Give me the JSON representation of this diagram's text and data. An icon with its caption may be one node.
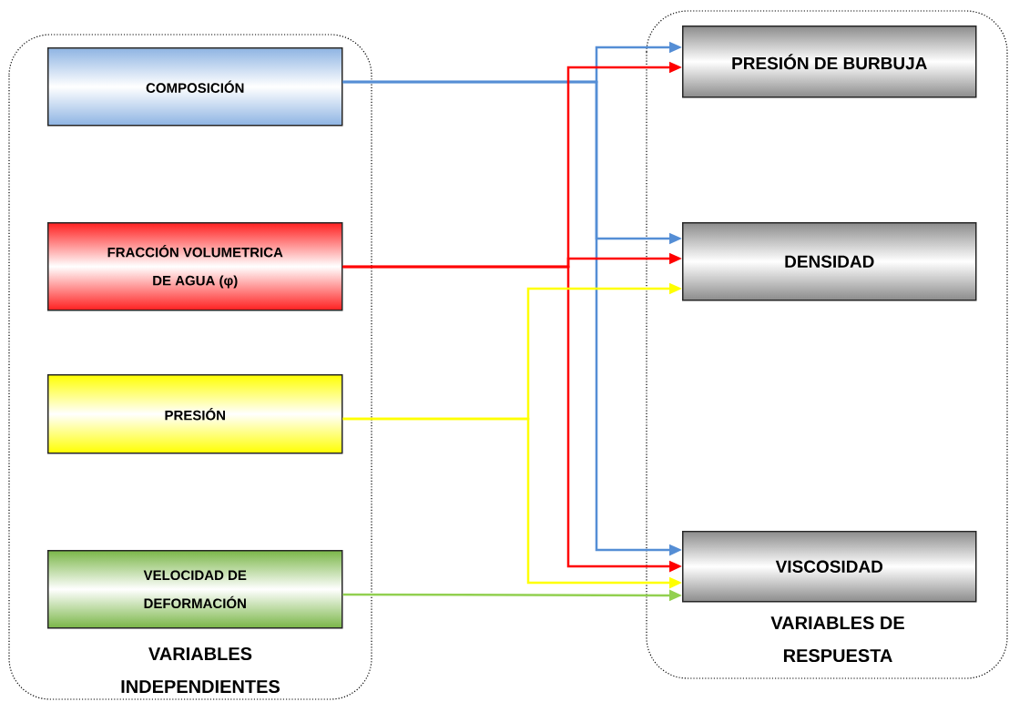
{
  "diagram": {
    "nodes": [
      {
        "text": [
          "VARIABLES INDEPENDIENTES"
        ]
      },
      {
        "text": [
          "COMPOSICIÓN"
        ],
        "in": 0
      },
      {
        "text": [
          "FRACCIÓN VOLUMETRICA DE AGUA (φ)"
        ],
        "in": 0
      },
      {
        "text": [
          "PRESIÓN"
        ],
        "in": 0
      },
      {
        "text": [
          "VELOCIDAD DE DEFORMACIÓN"
        ],
        "in": 0
      },
      {
        "text": [
          "VARIABLES DE RESPUESTA"
        ]
      },
      {
        "text": [
          "PRESIÓN DE BURBUJA"
        ],
        "in": 5
      },
      {
        "text": [
          "DENSIDAD"
        ],
        "in": 5
      },
      {
        "text": [
          "VISCOSIDAD"
        ],
        "in": 5
      }
    ],
    "edges": [
      {
        "from": 1,
        "to": 6,
        "arrow": "to",
        "color": "#558ed5"
      },
      {
        "from": 1,
        "to": 7,
        "arrow": "to",
        "color": "#558ed5"
      },
      {
        "from": 1,
        "to": 8,
        "arrow": "to",
        "color": "#558ed5"
      },
      {
        "from": 2,
        "to": 6,
        "arrow": "to",
        "color": "#ff0000"
      },
      {
        "from": 2,
        "to": 7,
        "arrow": "to",
        "color": "#ff0000"
      },
      {
        "from": 2,
        "to": 8,
        "arrow": "to",
        "color": "#ff0000"
      },
      {
        "from": 3,
        "to": 7,
        "arrow": "to",
        "color": "#ffff00"
      },
      {
        "from": 3,
        "to": 8,
        "arrow": "to",
        "color": "#ffff00"
      },
      {
        "from": 4,
        "to": 8,
        "arrow": "to",
        "color": "#92d050"
      }
    ]
  }
}
